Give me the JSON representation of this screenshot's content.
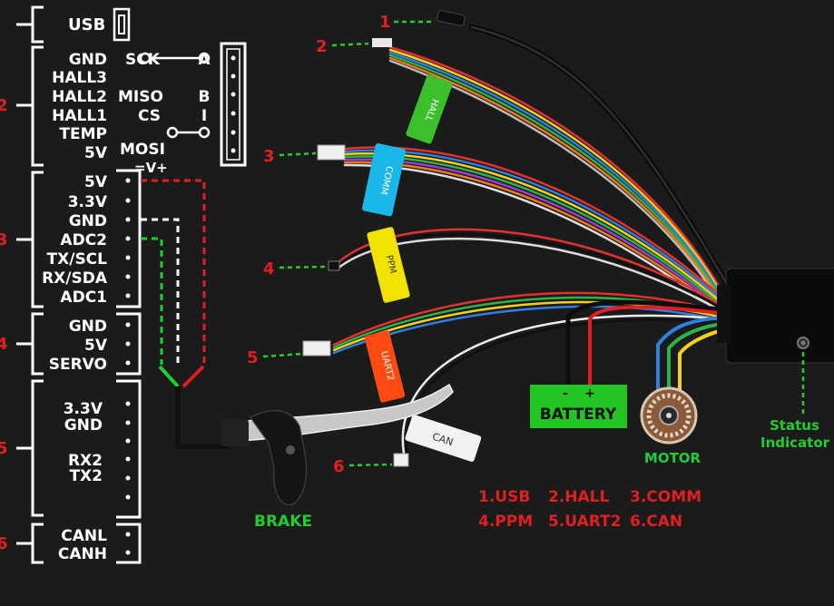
{
  "pinout": {
    "usb": {
      "label": "USB"
    },
    "hall": {
      "left_labels": [
        "GND",
        "HALL3",
        "HALL2",
        "HALL1",
        "TEMP",
        "5V"
      ],
      "mid_labels": [
        "SCK",
        "MISO",
        "CS",
        "MOSI"
      ],
      "mid_sub": "=V+",
      "right_labels": [
        "A",
        "B",
        "I"
      ]
    },
    "comm": {
      "labels": [
        "5V",
        "3.3V",
        "GND",
        "ADC2",
        "TX/SCL",
        "RX/SDA",
        "ADC1"
      ]
    },
    "ppm": {
      "labels": [
        "GND",
        "5V",
        "SERVO"
      ]
    },
    "uart": {
      "labels": [
        "3.3V",
        "GND",
        "RX2",
        "TX2"
      ]
    },
    "can": {
      "labels": [
        "CANL",
        "CANH"
      ]
    }
  },
  "cable_numbers": [
    "1",
    "2",
    "3",
    "4",
    "5",
    "6"
  ],
  "tags": {
    "hall": "HALL",
    "comm": "COMM",
    "ppm": "PPM",
    "uart2": "UART2",
    "can": "CAN"
  },
  "battery": {
    "minus": "-",
    "plus": "+",
    "label": "BATTERY"
  },
  "motor_label": "MOTOR",
  "brake_label": "BRAKE",
  "status_label": "Status\nIndicator",
  "legend": {
    "row1": [
      "1.USB",
      "2.HALL",
      "3.COMM"
    ],
    "row2": [
      "4.PPM",
      "5.UART2",
      "6.CAN"
    ]
  },
  "colors": {
    "background": "#1b1b1b",
    "label_white": "#ffffff",
    "number_red": "#e02020",
    "accent_green": "#22cc33",
    "tag_green": "#3bbf2a",
    "tag_cyan": "#19b8e8",
    "tag_yellow": "#f2e200",
    "tag_orange": "#ff4a12",
    "tag_white": "#f2f2f2"
  }
}
